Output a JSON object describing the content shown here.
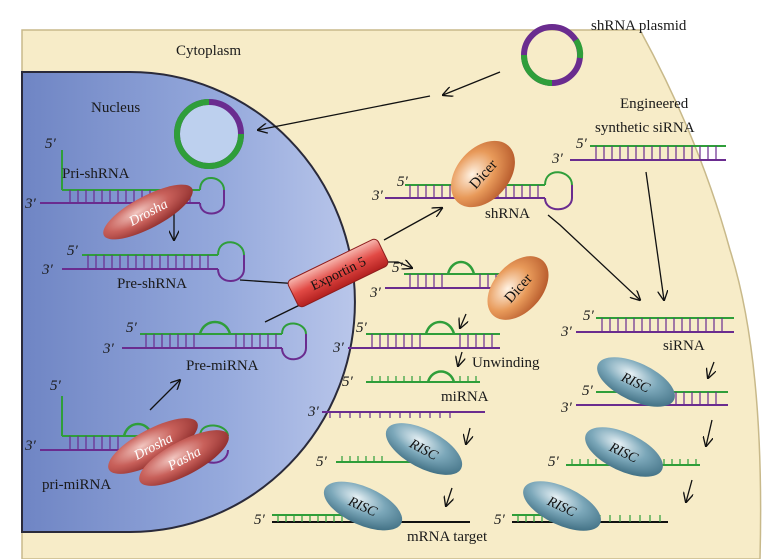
{
  "labels": {
    "cytoplasm": "Cytoplasm",
    "nucleus": "Nucleus",
    "shrna_plasmid": "shRNA plasmid",
    "engineered_line1": "Engineered",
    "engineered_line2": "synthetic siRNA",
    "pri_shrna": "Pri-shRNA",
    "pre_shrna": "Pre-shRNA",
    "pre_mirna": "Pre-miRNA",
    "pri_mirna": "pri-miRNA",
    "shrna": "shRNA",
    "unwinding": "Unwinding",
    "mirna": "miRNA",
    "sirna": "siRNA",
    "mrna_target": "mRNA target"
  },
  "enzymes": {
    "drosha": "Drosha",
    "pasha": "Pasha",
    "dicer": "Dicer",
    "exportin": "Exportin 5",
    "risc": "RISC"
  },
  "ends": {
    "five": "5′",
    "three": "3′"
  },
  "colors": {
    "cytoplasm": "#f7ecc8",
    "nucleus": "#8fa3d6",
    "rna_green": "#2f9e3a",
    "rna_purple": "#6a2c8f",
    "drosha": "#c25450",
    "dicer": "#d8803f",
    "exportin": "#e04848",
    "risc": "#5f8fa3"
  }
}
